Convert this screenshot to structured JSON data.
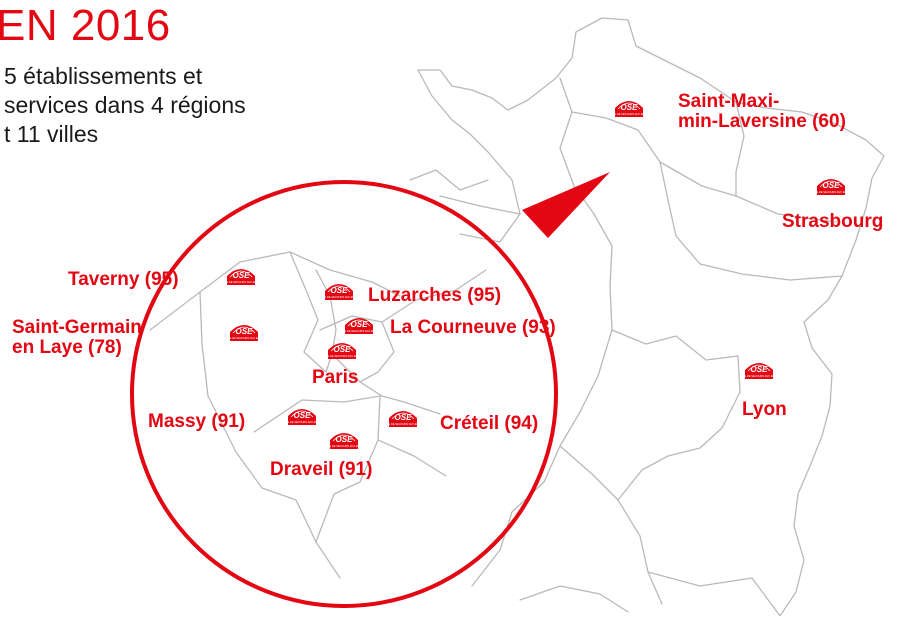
{
  "header": {
    "title": "EN 2016",
    "subtitle_lines": [
      "5 établissements et",
      "services dans 4 régions",
      "t 11 villes"
    ]
  },
  "colors": {
    "accent": "#e30613",
    "title": "#e30613",
    "border": "#b9b9b9",
    "text": "#1a1a1a"
  },
  "badge": {
    "logo": "OSE",
    "caption": "OEUVRE DE SECOURS AUX ENFANTS"
  },
  "locations": [
    {
      "id": "saint-maximin",
      "icon": "ose-logo-icon",
      "label_lines": [
        "Saint-Maxi-",
        "min-Laversine (60)"
      ]
    },
    {
      "id": "strasbourg",
      "icon": "ose-logo-icon",
      "label_lines": [
        "Strasbourg"
      ]
    },
    {
      "id": "lyon",
      "icon": "ose-logo-icon",
      "label_lines": [
        "Lyon"
      ]
    },
    {
      "id": "taverny",
      "icon": "ose-logo-icon",
      "label_lines": [
        "Taverny (95)"
      ]
    },
    {
      "id": "luzarches",
      "icon": "ose-logo-icon",
      "label_lines": [
        "Luzarches (95)"
      ]
    },
    {
      "id": "saint-germain",
      "icon": "ose-logo-icon",
      "label_lines": [
        "Saint-Germain",
        "en Laye (78)"
      ]
    },
    {
      "id": "la-courneuve",
      "icon": "ose-logo-icon",
      "label_lines": [
        "La Courneuve (93)"
      ]
    },
    {
      "id": "paris",
      "icon": "ose-logo-icon",
      "label_lines": [
        "Paris"
      ]
    },
    {
      "id": "massy",
      "icon": "ose-logo-icon",
      "label_lines": [
        "Massy (91)"
      ]
    },
    {
      "id": "creteil",
      "icon": "ose-logo-icon",
      "label_lines": [
        "Créteil (94)"
      ]
    },
    {
      "id": "draveil",
      "icon": "ose-logo-icon",
      "label_lines": [
        "Draveil (91)"
      ]
    }
  ]
}
